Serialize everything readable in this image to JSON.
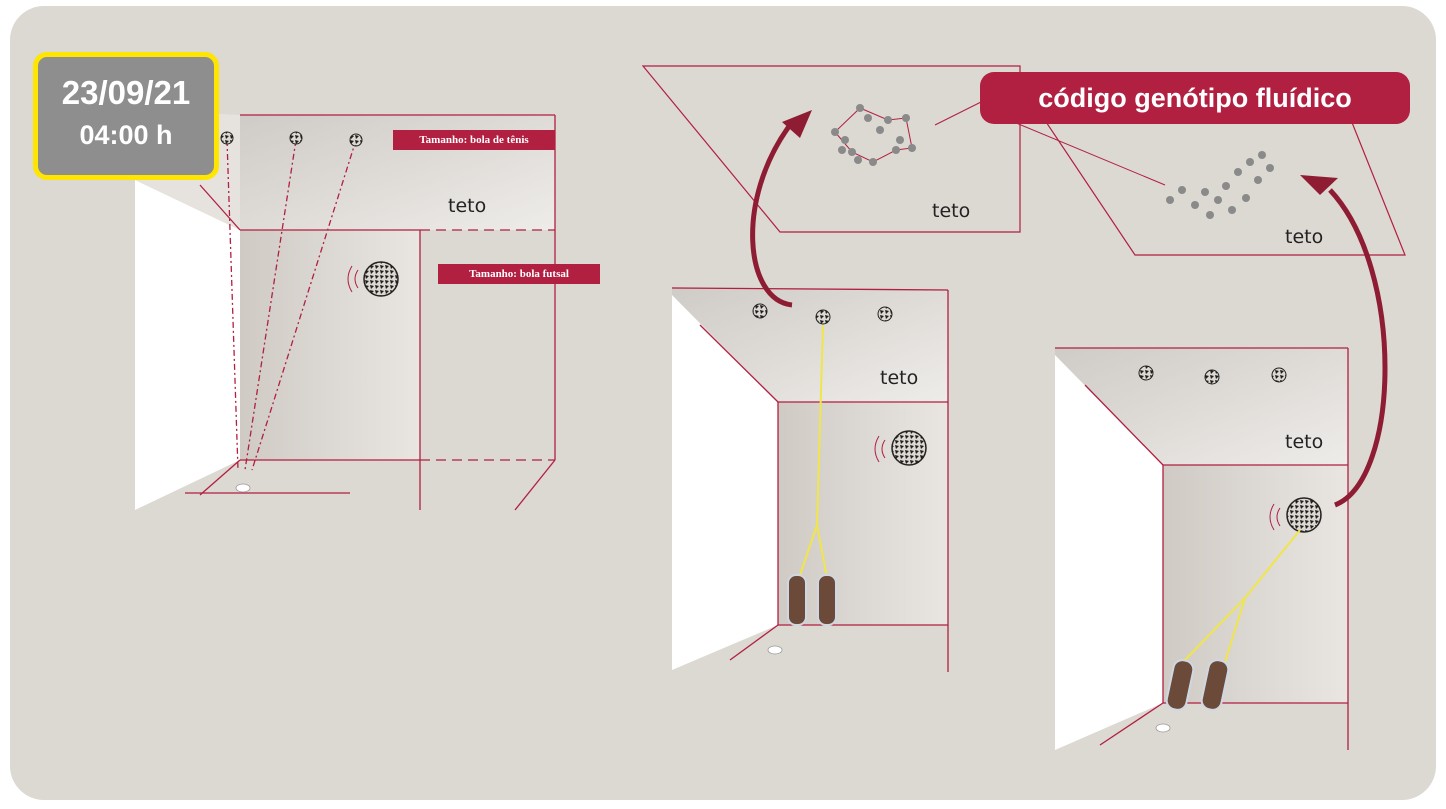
{
  "badge": {
    "date": "23/09/21",
    "time": "04:00 h"
  },
  "labels": {
    "tennis": "Tamanho: bola de tênis",
    "futsal": "Tamanho: bola futsal",
    "code": "código genótipo fluídico"
  },
  "ceiling_label": "teto",
  "colors": {
    "accent": "#b11f41",
    "highlight": "#ffe600",
    "beam": "#f0e64a",
    "background": "#dcd8d2"
  }
}
